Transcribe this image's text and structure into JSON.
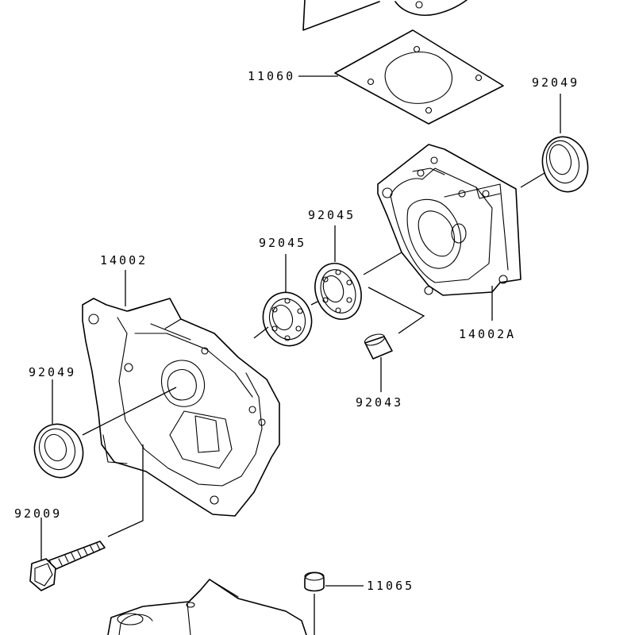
{
  "parts": {
    "p11060": "11060",
    "p92049_top": "92049",
    "p92045_a": "92045",
    "p92045_b": "92045",
    "p14002": "14002",
    "p14002A": "14002A",
    "p92049_left": "92049",
    "p92043": "92043",
    "p92009": "92009",
    "p11065": "11065"
  }
}
